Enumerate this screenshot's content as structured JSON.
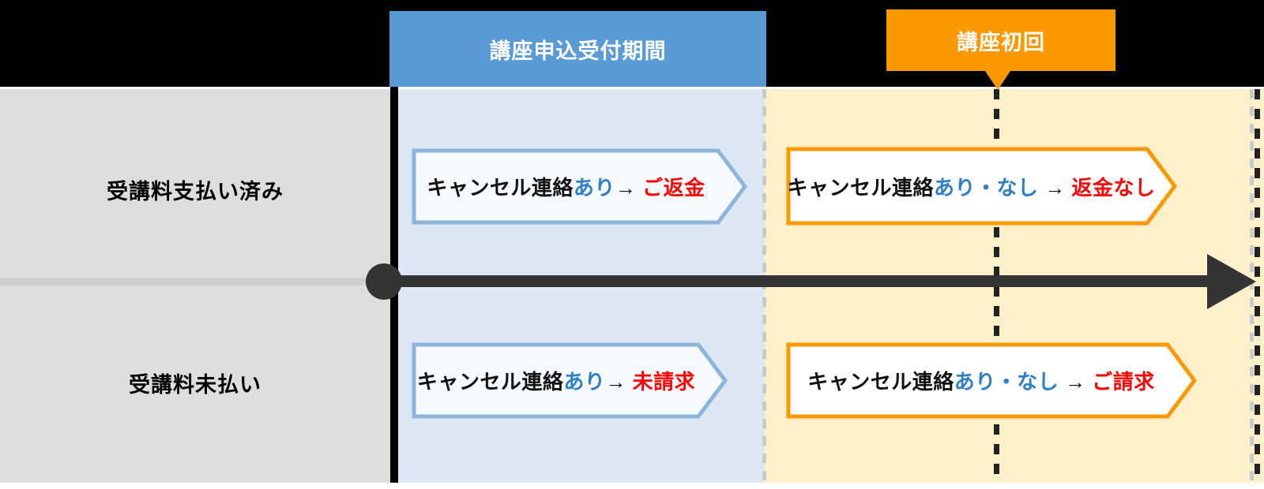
{
  "headers": {
    "application_period": "講座申込受付期間",
    "first_session": "講座初回"
  },
  "rows": [
    {
      "label": "受講料支払い済み"
    },
    {
      "label": "受講料未払い"
    }
  ],
  "callouts": {
    "paid_before": {
      "prefix": "キャンセル連絡",
      "condition": "あり",
      "arrow": "→",
      "result": "ご返金"
    },
    "paid_after": {
      "prefix": "キャンセル連絡",
      "condition": "あり・なし",
      "arrow": "→",
      "result": "返金なし"
    },
    "unpaid_before": {
      "prefix": "キャンセル連絡",
      "condition": "あり",
      "arrow": "→",
      "result": "未請求"
    },
    "unpaid_after": {
      "prefix": "キャンセル連絡",
      "condition": "あり・なし",
      "arrow": "→",
      "result": "ご請求"
    }
  },
  "colors": {
    "header_blue": "#5b9bd5",
    "header_orange": "#fb9800",
    "band_blue": "#dde8f4",
    "band_cream": "#fdf0ca",
    "band_gray": "#dededf",
    "chevron_blue_border": "#8db4dd",
    "chevron_orange_border": "#fb9800",
    "result_red": "#fb0606",
    "condition_blue": "#2f7fc4",
    "timeline_dark": "#343434"
  }
}
